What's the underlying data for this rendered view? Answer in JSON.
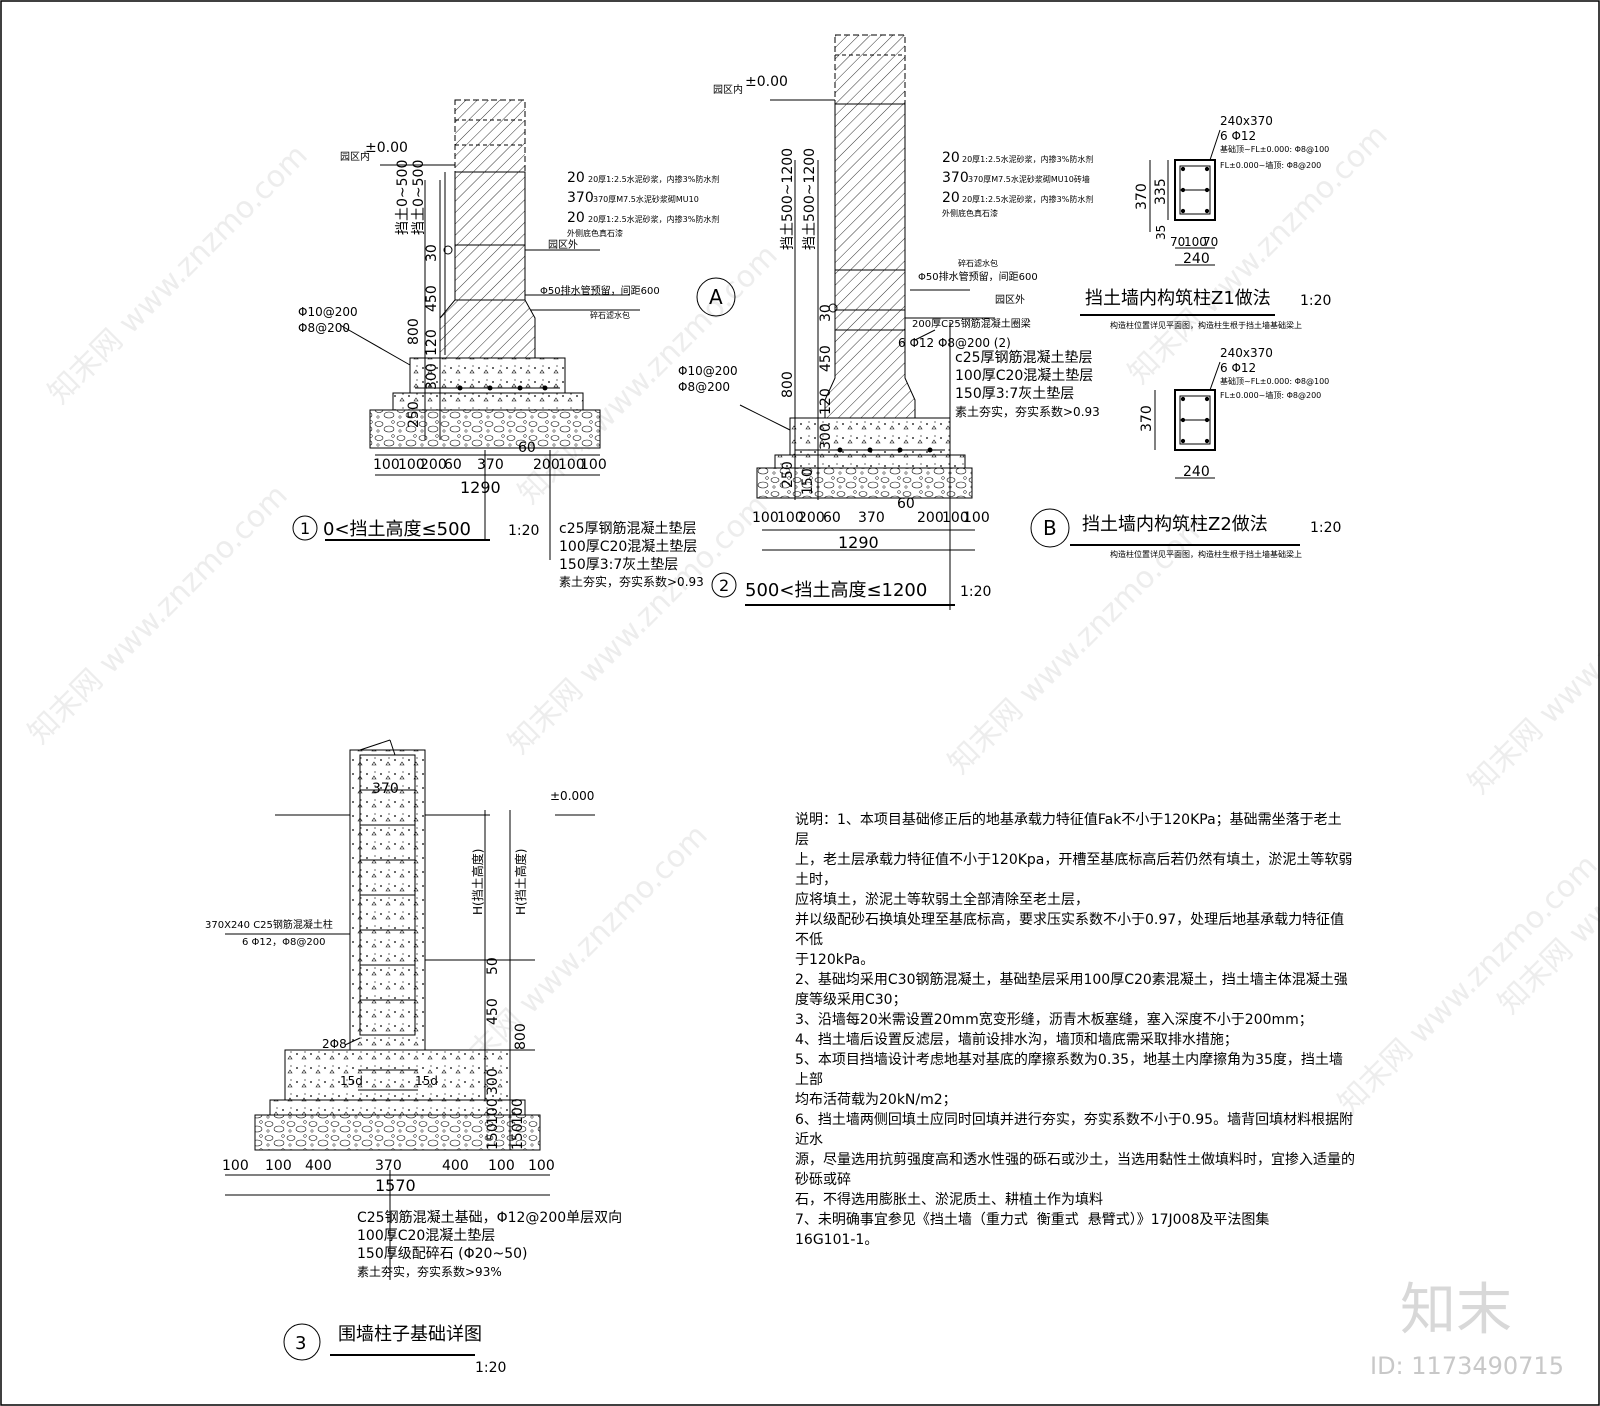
{
  "watermark": "知末网 www.znzmo.com",
  "brand": "知末",
  "image_id": "ID: 1173490715",
  "detail1": {
    "num": "1",
    "title": "0<挡土高度≤500",
    "scale": "1:20",
    "ground_label": "园区内",
    "elev": "±0.00",
    "outer_label": "园区外",
    "layer_lines": [
      "20厚1:2.5水泥砂浆，内掺3%防水剂",
      "370厚M7.5水泥砂浆砌MU10",
      "20厚1:2.5水泥砂浆，内掺3%防水剂",
      "外侧底色真石漆"
    ],
    "layer_nums": [
      "20",
      "370",
      "20"
    ],
    "drain": "Φ50排水管预留，间距600",
    "gravel": "碎石滤水包",
    "rebar1": "Φ10@200",
    "rebar2": "Φ8@200",
    "vert_dims": [
      "挡土0~500",
      "挡土0~500",
      "30",
      "450",
      "800",
      "120",
      "300",
      "250"
    ],
    "horiz_dims": [
      "100",
      "100",
      "200",
      "60",
      "370",
      "200",
      "100",
      "100"
    ],
    "dim_60": "60",
    "total": "1290",
    "base_notes": [
      "c25厚钢筋混凝土垫层",
      "100厚C20混凝土垫层",
      "150厚3:7灰土垫层",
      "素土夯实，夯实系数>0.93"
    ]
  },
  "detail2": {
    "num": "2",
    "title": "500<挡土高度≤1200",
    "scale": "1:20",
    "ground_label": "园区内",
    "elev": "±0.00",
    "outer_label": "园区外",
    "layer_lines": [
      "20厚1:2.5水泥砂浆，内掺3%防水剂",
      "370厚M7.5水泥砂浆砌MU10砖墙",
      "20厚1:2.5水泥砂浆，内掺3%防水剂",
      "外侧底色真石漆"
    ],
    "layer_nums": [
      "20",
      "370",
      "20"
    ],
    "drain": "Φ50排水管预留，间距600",
    "gravel": "碎石滤水包",
    "col_note": "200厚C25钢筋混凝土圈梁",
    "col_rebar": "6 Φ12  Φ8@200 (2)",
    "rebar1": "Φ10@200",
    "rebar2": "Φ8@200",
    "vert_dims": [
      "挡土500~1200",
      "挡土500~1200",
      "30",
      "450",
      "800",
      "120",
      "300",
      "250",
      "150"
    ],
    "horiz_dims": [
      "100",
      "100",
      "200",
      "60",
      "370",
      "200",
      "100",
      "100"
    ],
    "dim_60": "60",
    "total": "1290",
    "base_notes": [
      "c25厚钢筋混凝土垫层",
      "100厚C20混凝土垫层",
      "150厚3:7灰土垫层",
      "素土夯实，夯实系数>0.93"
    ]
  },
  "detailA": {
    "letter": "A",
    "size": "240x370",
    "rebar": "6 Φ12",
    "stirrup1": "基础顶~FL±0.000: Φ8@100",
    "stirrup2": "FL±0.000~墙顶: Φ8@200",
    "dims_v": [
      "370",
      "335",
      "35"
    ],
    "dims_h": [
      "70",
      "100",
      "70",
      "240"
    ],
    "title": "挡土墙内构筑柱Z1做法",
    "scale": "1:20",
    "sub": "构造柱位置详见平面图，构造柱生根于挡土墙基础梁上"
  },
  "detailB": {
    "letter": "B",
    "size": "240x370",
    "rebar": "6 Φ12",
    "stirrup1": "基础顶~FL±0.000: Φ8@100",
    "stirrup2": "FL±0.000~墙顶: Φ8@200",
    "dim_v": "370",
    "dim_h": "240",
    "title": "挡土墙内构筑柱Z2做法",
    "scale": "1:20",
    "sub": "构造柱位置详见平面图，构造柱生根于挡土墙基础梁上"
  },
  "detail3": {
    "num": "3",
    "title": "围墙柱子基础详图",
    "scale": "1:20",
    "elev": "±0.000",
    "top_dim": "370",
    "col_note1": "370X240 C25钢筋混凝土柱",
    "col_note2": "6 Φ12，Φ8@200",
    "h1": "H(挡土高度)",
    "h2": "H(挡土高度)",
    "v_dims": [
      "50",
      "450",
      "800",
      "300",
      "100",
      "150",
      "100",
      "150"
    ],
    "rebar_2": "2Φ8",
    "d15a": "15d",
    "d15b": "15d",
    "h_dims": [
      "100",
      "100",
      "400",
      "370",
      "400",
      "100",
      "100"
    ],
    "total": "1570",
    "base_notes": [
      "C25钢筋混凝土基础，Φ12@200单层双向",
      "100厚C20混凝土垫层",
      "150厚级配碎石 (Φ20~50)",
      "素土夯实，夯实系数>93%"
    ]
  },
  "notes": [
    "说明：1、本项目基础修正后的地基承载力特征值Fak不小于120KPa；基础需坐落于老土层",
    "上，老土层承载力特征值不小于120Kpa，开槽至基底标高后若仍然有填土，淤泥土等软弱土时，",
    "应将填土，淤泥土等软弱土全部清除至老土层，",
    "并以级配砂石换填处理至基底标高，要求压实系数不小于0.97，处理后地基承载力特征值不低",
    "于120kPa。",
    "2、基础均采用C30钢筋混凝土，基础垫层采用100厚C20素混凝土，挡土墙主体混凝土强",
    "度等级采用C30；",
    "3、沿墙每20米需设置20mm宽变形缝，沥青木板塞缝，塞入深度不小于200mm；",
    "4、挡土墙后设置反滤层，墙前设排水沟，墙顶和墙底需采取排水措施；",
    "5、本项目挡墙设计考虑地基对基底的摩擦系数为0.35，地基土内摩擦角为35度，挡土墙上部",
    "均布活荷载为20kN/m2；",
    "6、挡土墙两侧回填土应同时回填并进行夯实，夯实系数不小于0.95。墙背回填材料根据附近水",
    "源，尽量选用抗剪强度高和透水性强的砾石或沙土，当选用黏性土做填料时，宜掺入适量的砂砾或碎",
    "石，不得选用膨胀土、淤泥质土、耕植土作为填料",
    "7、未明确事宜参见《挡土墙（重力式  衡重式  悬臂式）》17J008及平法图集",
    "16G101-1。"
  ]
}
